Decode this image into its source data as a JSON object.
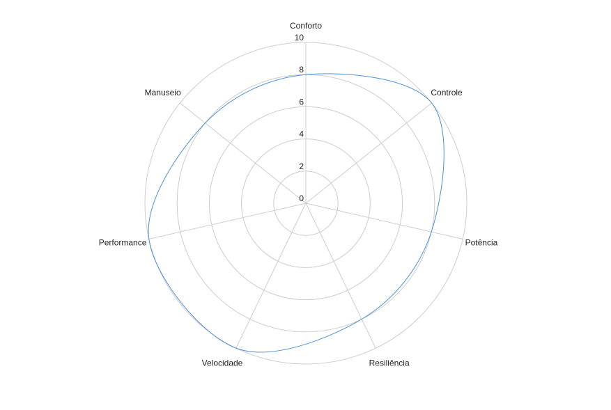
{
  "chart_data": {
    "type": "radar",
    "categories": [
      "Conforto",
      "Controle",
      "Potência",
      "Resiliência",
      "Velocidade",
      "Performance",
      "Manuseio"
    ],
    "series": [
      {
        "values": [
          8,
          10,
          8,
          8,
          10,
          10,
          8
        ],
        "color": "#4a90d9"
      }
    ],
    "r_range": [
      0,
      10
    ],
    "r_ticks": [
      0,
      2,
      4,
      6,
      8,
      10
    ],
    "grid": true,
    "grid_shape": "circle",
    "grid_color": "#cccccc"
  }
}
